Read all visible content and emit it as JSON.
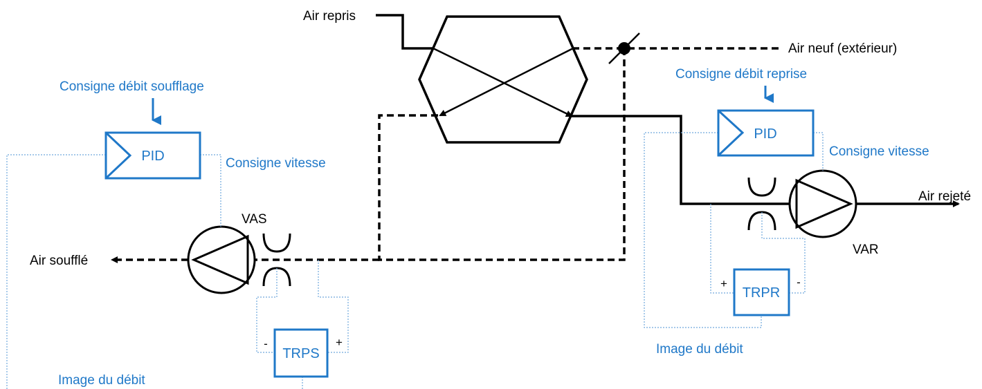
{
  "labels": {
    "air_repris": "Air repris",
    "air_neuf": "Air neuf (extérieur)",
    "air_souffle": "Air soufflé",
    "air_rejete": "Air rejeté",
    "vas": "VAS",
    "var": "VAR",
    "consigne_debit_soufflage": "Consigne débit soufflage",
    "consigne_debit_reprise": "Consigne débit reprise",
    "consigne_vitesse_left": "Consigne vitesse",
    "consigne_vitesse_right": "Consigne vitesse",
    "image_debit_left": "Image du débit",
    "image_debit_right": "Image du débit"
  },
  "blocks": {
    "pid_left": "PID",
    "pid_right": "PID",
    "trps": "TRPS",
    "trpr": "TRPR"
  },
  "signs": {
    "trps_minus": "-",
    "trps_plus": "+",
    "trpr_plus": "+",
    "trpr_minus": "-"
  },
  "colors": {
    "accent_blue": "#1F78C8",
    "control_line": "#6FA8DC",
    "duct": "#000000"
  },
  "icons": {
    "fan": "fan-icon",
    "flow_sensor": "flow-sensor-icon",
    "heat_exchanger": "heat-exchanger-icon",
    "damper": "damper-icon"
  }
}
